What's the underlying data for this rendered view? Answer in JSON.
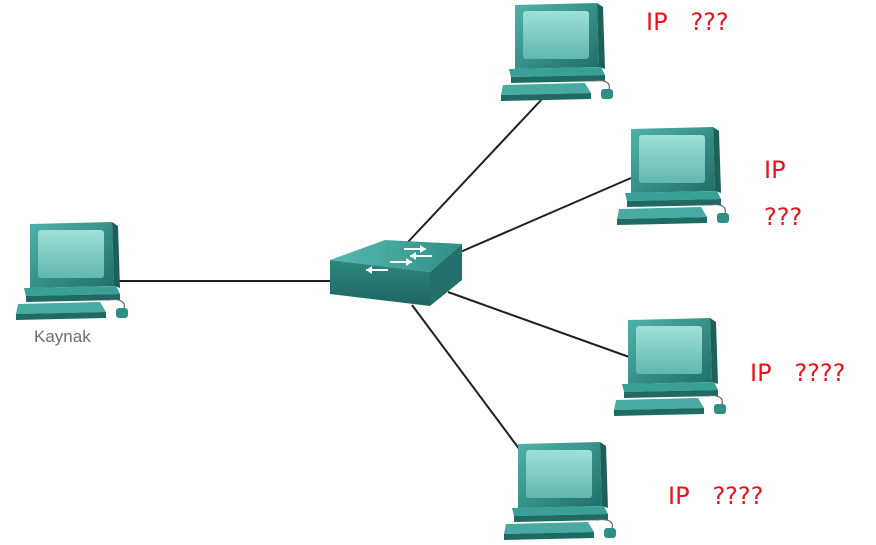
{
  "source": {
    "label": "Kaynak"
  },
  "pc_labels": [
    {
      "line1": "IP   ???",
      "line2": ""
    },
    {
      "line1": "IP",
      "line2": "???"
    },
    {
      "line1": "IP   ????",
      "line2": ""
    },
    {
      "line1": "IP   ????",
      "line2": ""
    }
  ],
  "colors": {
    "device_teal": "#2f8f87",
    "screen": "#7fcfc6",
    "label_red": "#e8141b",
    "link": "#202020"
  }
}
